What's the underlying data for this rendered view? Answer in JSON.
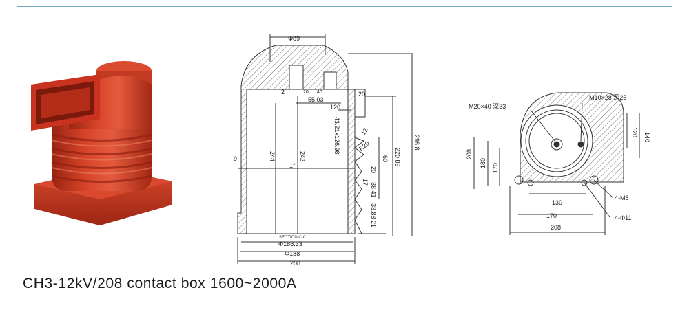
{
  "caption": "CH3-12kV/208 contact box 1600~2000A",
  "colors": {
    "rule": "#6fa9c4",
    "body": "#c8321e",
    "body_dark": "#8e1f10",
    "body_light": "#e2553b",
    "line": "#333333"
  },
  "section": {
    "title": "SECTION C-C",
    "dims": {
      "top_dia": "Φ89",
      "d20a": "20",
      "d40": "40",
      "d5503": "55.03",
      "d120": "120",
      "d20b": "20",
      "d2": "2",
      "d43": "43.21x126.98",
      "d12": "12",
      "r20": "R20",
      "d9": "9",
      "d244": "244",
      "d242": "242",
      "d1deg": "1°",
      "d2208": "220.89",
      "d60": "60",
      "d2988": "298.8",
      "d20c": "20",
      "d17": "17",
      "d3841": "38.41",
      "d3388": "33.88",
      "d21": "21",
      "bot1": "Φ186.33",
      "bot2": "Φ188",
      "bot3": "208"
    }
  },
  "plan": {
    "m20": "M20×40 深33",
    "m10": "M10×28 深25",
    "d208v": "208",
    "d180": "180",
    "d170v": "170",
    "d120": "120",
    "d140": "140",
    "d130": "130",
    "d170h": "170",
    "d208h": "208",
    "m8": "4-M8",
    "phi11": "4-Φ11"
  }
}
